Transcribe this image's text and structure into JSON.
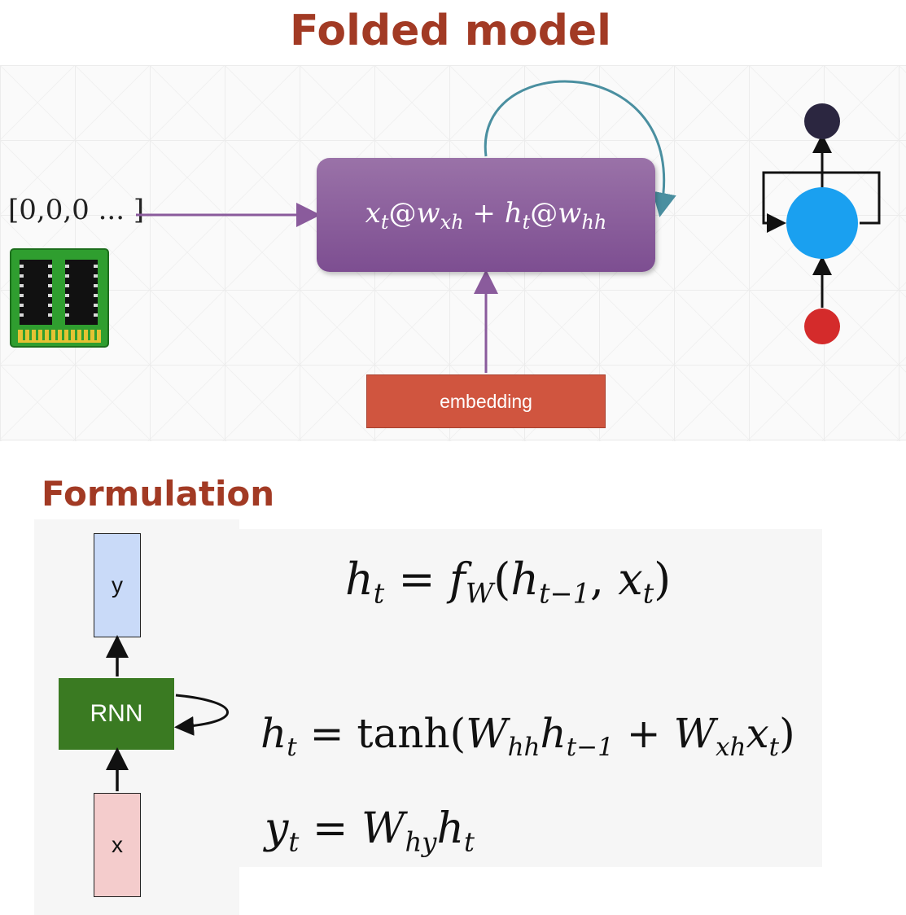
{
  "titles": {
    "folded_model": "Folded model",
    "formulation": "Formulation"
  },
  "folded": {
    "input_vector": "[0,0,0 ... ]",
    "box_formula": {
      "x": "x",
      "x_sub": "t",
      "at1": "@",
      "w1": "w",
      "w1_sub": "xh",
      "plus": " + ",
      "h": "h",
      "h_sub": "t",
      "at2": "@",
      "w2": "w",
      "w2_sub": "hh"
    },
    "embedding_label": "embedding",
    "colors": {
      "box": "#8a5b9c",
      "embedding": "#d0553f",
      "loop_arrow": "#4a8fa0",
      "node_output": "#2b2640",
      "node_hidden": "#1aa0f0",
      "node_input": "#d42b2b",
      "memory_chip": "#2f9e2f"
    }
  },
  "formulation": {
    "rnn_label": "RNN",
    "y_label": "y",
    "x_label": "x",
    "eq1": {
      "lhs": "h",
      "lhs_sub": "t",
      "eq": " = ",
      "f": "f",
      "f_sub": "W",
      "open": "(",
      "a": "h",
      "a_sub": "t−1",
      "comma": ", ",
      "b": "x",
      "b_sub": "t",
      "close": ")"
    },
    "eq2": {
      "lhs": "h",
      "lhs_sub": "t",
      "eq": " = ",
      "fn": "tanh(",
      "w1": "W",
      "w1_sub": "hh",
      "h": "h",
      "h_sub": "t−1",
      "plus": " + ",
      "w2": "W",
      "w2_sub": "xh",
      "x": "x",
      "x_sub": "t",
      "close": ")"
    },
    "eq3": {
      "lhs": "y",
      "lhs_sub": "t",
      "eq": " = ",
      "w": "W",
      "w_sub": "hy",
      "h": "h",
      "h_sub": "t"
    },
    "colors": {
      "rnn": "#3a7a22",
      "y_box": "#c9daf8",
      "x_box": "#f4cccc"
    }
  }
}
